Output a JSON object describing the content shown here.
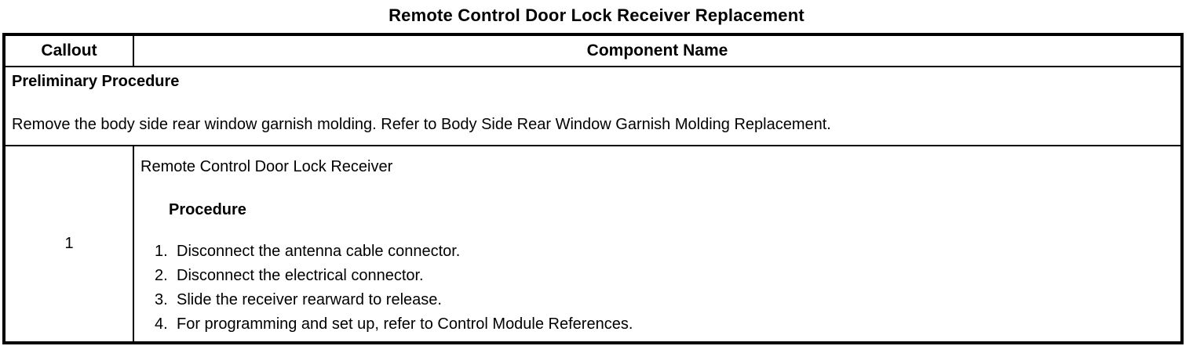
{
  "page_title": "Remote Control Door Lock Receiver Replacement",
  "table": {
    "columns": [
      {
        "label": "Callout"
      },
      {
        "label": "Component Name"
      }
    ],
    "preliminary": {
      "heading": "Preliminary Procedure",
      "text": "Remove the body side rear window garnish molding. Refer to Body Side Rear Window Garnish Molding Replacement."
    },
    "rows": [
      {
        "callout": "1",
        "component_name": "Remote Control Door Lock Receiver",
        "procedure_heading": "Procedure",
        "steps": [
          {
            "num": "1.",
            "text": "Disconnect the antenna cable connector."
          },
          {
            "num": "2.",
            "text": "Disconnect the electrical connector."
          },
          {
            "num": "3.",
            "text": "Slide the receiver rearward to release."
          },
          {
            "num": "4.",
            "text": "For programming and set up, refer to Control Module References."
          }
        ]
      }
    ]
  },
  "colors": {
    "text": "#000000",
    "border": "#000000",
    "background": "#ffffff"
  }
}
